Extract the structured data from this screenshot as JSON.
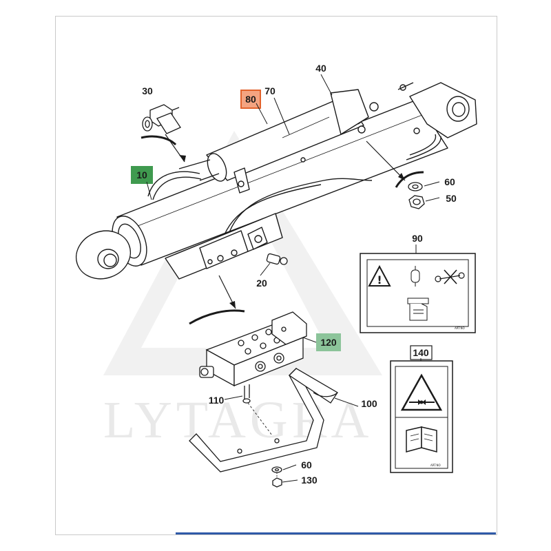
{
  "watermark": {
    "text": "LYTAGRA"
  },
  "callouts": {
    "c10": {
      "label": "10",
      "highlight": "#3f9a4f"
    },
    "c20": {
      "label": "20"
    },
    "c30": {
      "label": "30"
    },
    "c40": {
      "label": "40"
    },
    "c50": {
      "label": "50"
    },
    "c60a": {
      "label": "60"
    },
    "c60b": {
      "label": "60"
    },
    "c70": {
      "label": "70"
    },
    "c80": {
      "label": "80",
      "highlight": "#f4a481",
      "outline": "#e2622b"
    },
    "c90": {
      "label": "90"
    },
    "c100": {
      "label": "100"
    },
    "c110": {
      "label": "110"
    },
    "c120": {
      "label": "120",
      "highlight": "#8cc49a"
    },
    "c130": {
      "label": "130"
    },
    "c140": {
      "label": "140"
    }
  },
  "decal_90": {
    "icons": [
      "warning-triangle-icon",
      "accumulator-icon",
      "no-wrench-icon",
      "hand-crush-icon"
    ]
  },
  "decal_140": {
    "icons": [
      "warning-crush-icon",
      "manual-book-icon"
    ]
  }
}
